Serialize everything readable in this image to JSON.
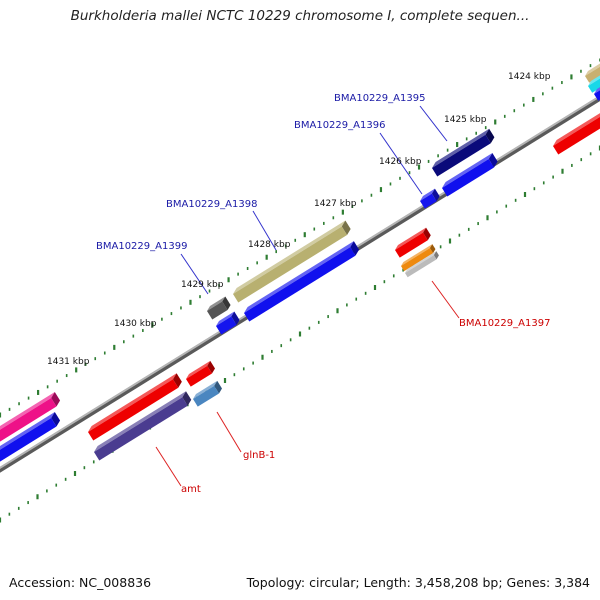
{
  "title": "Burkholderia mallei NCTC 10229 chromosome I, complete sequen...",
  "footer": {
    "accession": "Accession: NC_008836",
    "stats": "Topology: circular; Length: 3,458,208 bp; Genes: 3,384"
  },
  "colors": {
    "backbone": "#8c8c8c",
    "tick_dot": "#2e7d32",
    "label_forward": "#1a1aa6",
    "label_reverse": "#cc0000",
    "leader_forward": "#3333cc",
    "leader_reverse": "#dd2222"
  },
  "tick_labels": [
    "1424 kbp",
    "1425 kbp",
    "1426 kbp",
    "1427 kbp",
    "1428 kbp",
    "1429 kbp",
    "1430 kbp",
    "1431 kbp"
  ],
  "gene_labels": {
    "bma1395": "BMA10229_A1395",
    "bma1396": "BMA10229_A1396",
    "bma1398": "BMA10229_A1398",
    "bma1399": "BMA10229_A1399",
    "bma1397": "BMA10229_A1397",
    "glnb1": "glnB-1",
    "amt": "amt"
  },
  "features": [
    {
      "name": "gene-bar-bma1395-top",
      "color": "#0a0a7a"
    },
    {
      "name": "gene-bar-bma1395-cds",
      "color": "#1010ee"
    },
    {
      "name": "gene-bar-bma1396",
      "color": "#1515ee"
    },
    {
      "name": "gene-bar-bma1398-top",
      "color": "#b8b070"
    },
    {
      "name": "gene-bar-bma1398-cds",
      "color": "#1010ee"
    },
    {
      "name": "gene-bar-bma1399-top",
      "color": "#555555"
    },
    {
      "name": "gene-bar-bma1399-cds",
      "color": "#1515ee"
    },
    {
      "name": "gene-bar-pink",
      "color": "#ee1188"
    },
    {
      "name": "gene-bar-pink-cds",
      "color": "#1010ee"
    },
    {
      "name": "gene-bar-far-right-tan",
      "color": "#c8b070"
    },
    {
      "name": "gene-bar-far-right-cyan",
      "color": "#18d8e8"
    },
    {
      "name": "gene-bar-far-right-blue",
      "color": "#1010ee"
    },
    {
      "name": "gene-bar-far-right-red",
      "color": "#ee0000"
    },
    {
      "name": "gene-bar-bma1397-red",
      "color": "#ee0000"
    },
    {
      "name": "gene-bar-bma1397-orange",
      "color": "#ee8a10"
    },
    {
      "name": "gene-bar-bma1397-gray",
      "color": "#bbbbbb"
    },
    {
      "name": "gene-bar-glnb1-red",
      "color": "#ee0000"
    },
    {
      "name": "gene-bar-glnb1-steel",
      "color": "#4a86c0"
    },
    {
      "name": "gene-bar-amt-red",
      "color": "#ee0000"
    },
    {
      "name": "gene-bar-amt-purple",
      "color": "#4a3c90"
    }
  ]
}
